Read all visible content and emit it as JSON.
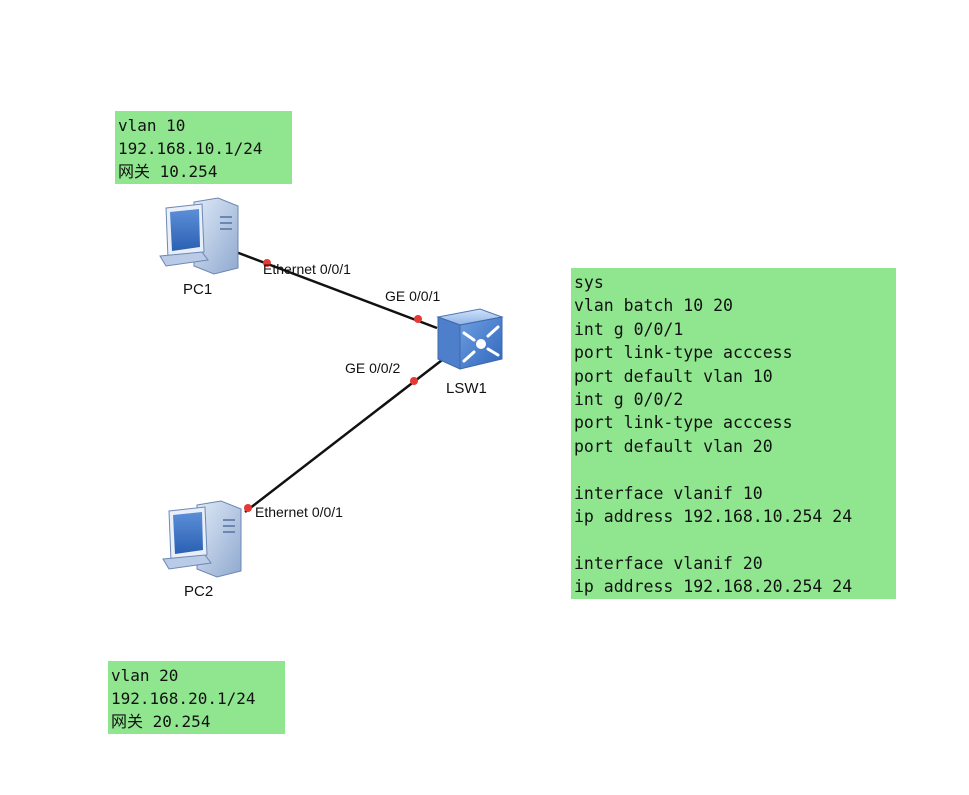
{
  "notes": {
    "pc1": {
      "vlan": "vlan 10",
      "ip": "192.168.10.1/24",
      "gateway_label": "网关",
      "gateway_value": " 10.254"
    },
    "pc2": {
      "vlan": "vlan 20",
      "ip": "192.168.20.1/24",
      "gateway_label": "网关",
      "gateway_value": " 20.254"
    },
    "config": [
      "sys",
      "vlan batch 10 20",
      "int g 0/0/1",
      "port link-type acccess",
      "port default vlan 10",
      "int g 0/0/2",
      "port link-type acccess",
      "port default vlan 20",
      "",
      "interface vlanif 10",
      "ip address 192.168.10.254 24",
      "",
      "interface vlanif 20",
      "ip address 192.168.20.254 24"
    ]
  },
  "devices": {
    "pc1": "PC1",
    "pc2": "PC2",
    "switch": "LSW1"
  },
  "ports": {
    "pc1_eth": "Ethernet 0/0/1",
    "sw_ge1": "GE 0/0/1",
    "sw_ge2": "GE 0/0/2",
    "pc2_eth": "Ethernet 0/0/1"
  },
  "colors": {
    "note_bg": "#8fe68f",
    "link": "#111111",
    "port_dot": "#e53935"
  },
  "icons": [
    "pc-icon",
    "pc-icon",
    "switch-icon"
  ]
}
